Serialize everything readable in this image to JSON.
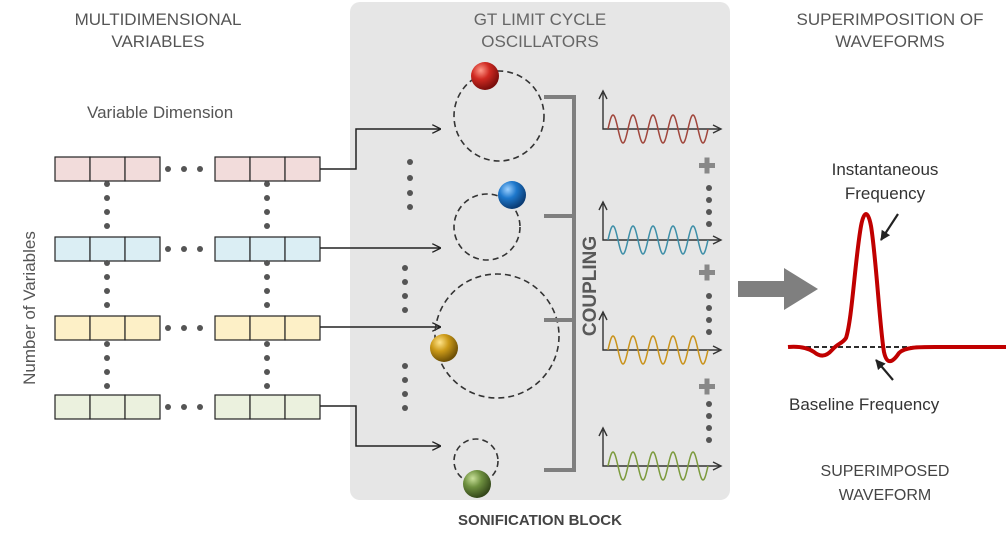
{
  "left": {
    "heading_line1": "MULTIDIMENSIONAL",
    "heading_line2": "VARIABLES",
    "dimension_label": "Variable Dimension",
    "rows_axis_label": "Number of Variables",
    "row_colors": [
      "#f2dcdb",
      "#dbeef4",
      "#fdf0c7",
      "#ebf1de"
    ]
  },
  "middle": {
    "heading_line1": "GT LIMIT CYCLE",
    "heading_line2": "OSCILLATORS",
    "coupling_label": "COUPLING",
    "block_label": "SONIFICATION BLOCK",
    "ball_colors": [
      "#c0221f",
      "#1b6fbf",
      "#c89a16",
      "#6f8f3a"
    ],
    "wave_colors": [
      "#a0463c",
      "#3f8fa8",
      "#c9931c",
      "#7c9a3d"
    ]
  },
  "right": {
    "heading_line1": "SUPERIMPOSITION OF",
    "heading_line2": "WAVEFORMS",
    "peak_label_line1": "Instantaneous",
    "peak_label_line2": "Frequency",
    "base_label": "Baseline Frequency",
    "result_line1": "SUPERIMPOSED",
    "result_line2": "WAVEFORM",
    "waveform_color": "#c00000"
  }
}
